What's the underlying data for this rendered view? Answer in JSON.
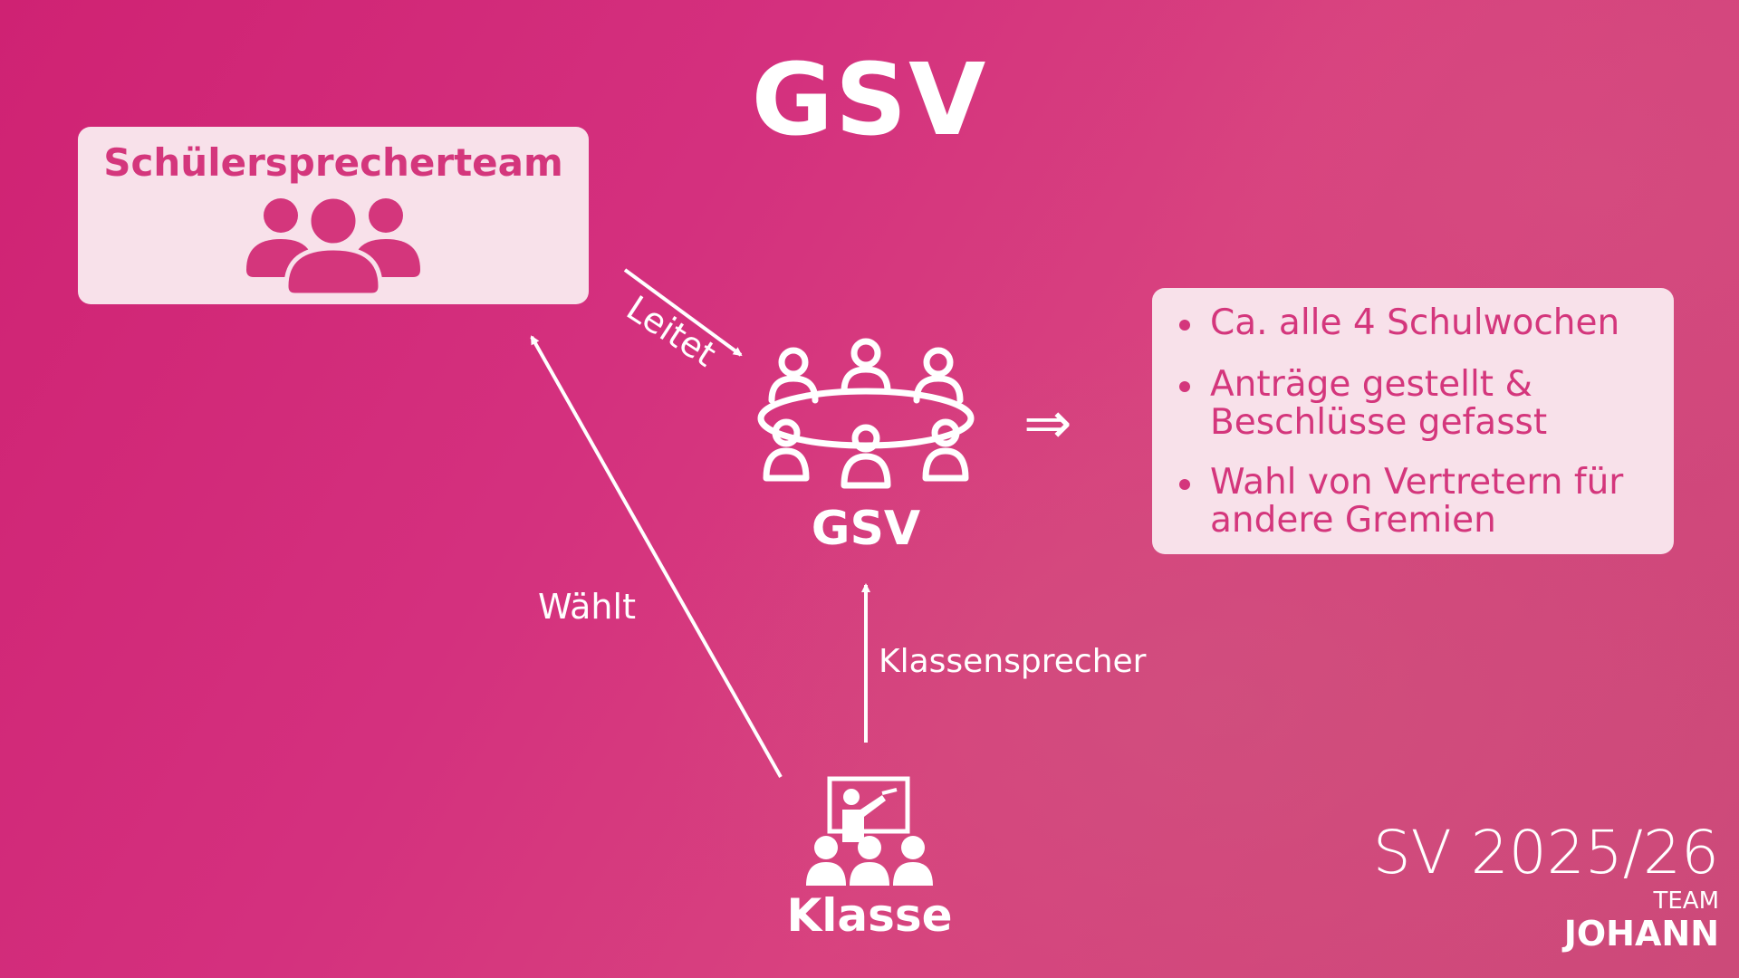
{
  "title": "GSV",
  "team_box": {
    "label": "Schülersprecherteam",
    "icon": "group-icon"
  },
  "center_node": {
    "label": "GSV",
    "icon": "meeting-table-icon"
  },
  "bottom_node": {
    "label": "Klasse",
    "icon": "classroom-icon"
  },
  "edges": {
    "leitet": "Leitet",
    "waehlt": "Wählt",
    "klassensprecher": "Klassensprecher"
  },
  "implies_symbol": "⇒",
  "info_list": [
    "Ca. alle 4 Schulwochen",
    "Anträge gestellt & Beschlüsse gefasst",
    "Wahl von Vertretern für andere Gremien"
  ],
  "footer": {
    "year": "SV 2025/26",
    "team": "TEAM",
    "name": "JOHANN"
  },
  "colors": {
    "background": "#d4307e",
    "box_fill": "#f8e1ea",
    "accent_text": "#d4367c",
    "foreground": "#ffffff"
  }
}
